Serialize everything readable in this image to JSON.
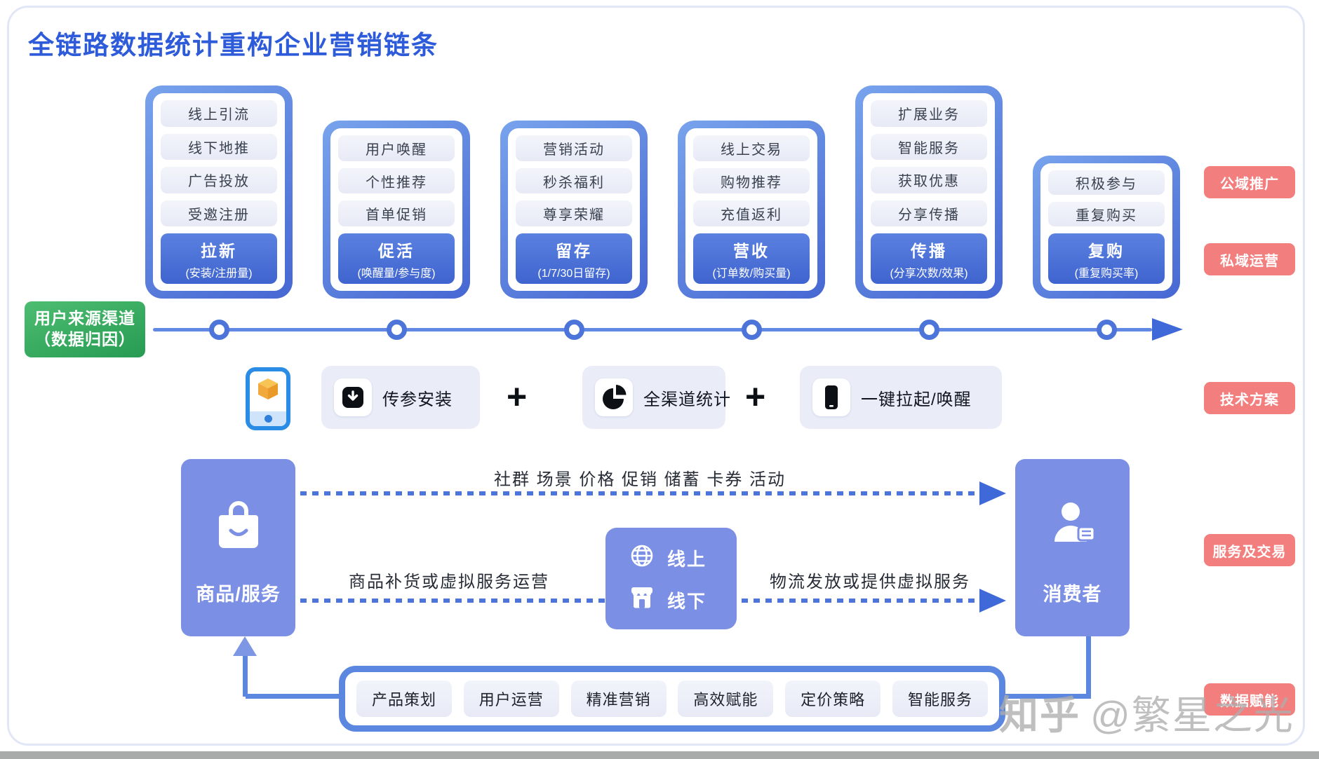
{
  "title": "全链路数据统计重构企业营销链条",
  "funnel": {
    "columns": [
      {
        "pills": [
          "线上引流",
          "线下地推",
          "广告投放",
          "受邀注册"
        ],
        "metric": {
          "title": "拉新",
          "sub": "(安装/注册量)"
        }
      },
      {
        "pills": [
          "用户唤醒",
          "个性推荐",
          "首单促销"
        ],
        "metric": {
          "title": "促活",
          "sub": "(唤醒量/参与度)"
        }
      },
      {
        "pills": [
          "营销活动",
          "秒杀福利",
          "尊享荣耀"
        ],
        "metric": {
          "title": "留存",
          "sub": "(1/7/30日留存)"
        }
      },
      {
        "pills": [
          "线上交易",
          "购物推荐",
          "充值返利"
        ],
        "metric": {
          "title": "营收",
          "sub": "(订单数/购买量)"
        }
      },
      {
        "pills": [
          "扩展业务",
          "智能服务",
          "获取优惠",
          "分享传播"
        ],
        "metric": {
          "title": "传播",
          "sub": "(分享次数/效果)"
        }
      },
      {
        "pills": [
          "积极参与",
          "重复购买"
        ],
        "metric": {
          "title": "复购",
          "sub": "(重复购买率)"
        }
      }
    ]
  },
  "source_box": {
    "line1": "用户来源渠道",
    "line2": "（数据归因）"
  },
  "side_labels": [
    {
      "label": "公域推广"
    },
    {
      "label": "私域运营"
    },
    {
      "label": "技术方案"
    },
    {
      "label": "服务及交易"
    },
    {
      "label": "数据赋能"
    }
  ],
  "tech_row": {
    "plus": "+",
    "steps": [
      {
        "icon": "download-icon",
        "label": "传参安装"
      },
      {
        "icon": "pie-chart-icon",
        "label": "全渠道统计"
      },
      {
        "icon": "smartphone-icon",
        "label": "一键拉起/唤醒"
      }
    ]
  },
  "service_flow": {
    "goods_label": "商品/服务",
    "consumer_label": "消费者",
    "channel": {
      "online": "线上",
      "offline": "线下"
    },
    "arrow1_label": "社群 场景 价格 促销 储蓄 卡券 活动",
    "arrow2_left_label": "商品补货或虚拟服务运营",
    "arrow2_right_label": "物流发放或提供虚拟服务"
  },
  "bottom_bar": {
    "items": [
      "产品策划",
      "用户运营",
      "精准营销",
      "高效赋能",
      "定价策略",
      "智能服务"
    ]
  },
  "watermark": {
    "brand": "知乎",
    "user": "@繁星之光"
  },
  "colors": {
    "title_blue": "#2e5bd9",
    "frame_blue": "#4a6fd6",
    "metric_blue": "#466dd4",
    "source_green": "#35a85f",
    "label_pink": "#f37e7e",
    "box_periwinkle": "#7b8fe5",
    "dot_blue": "#4d74d8",
    "phone_border_blue": "#2b8ce6",
    "cube_orange": "#f2a93b"
  }
}
